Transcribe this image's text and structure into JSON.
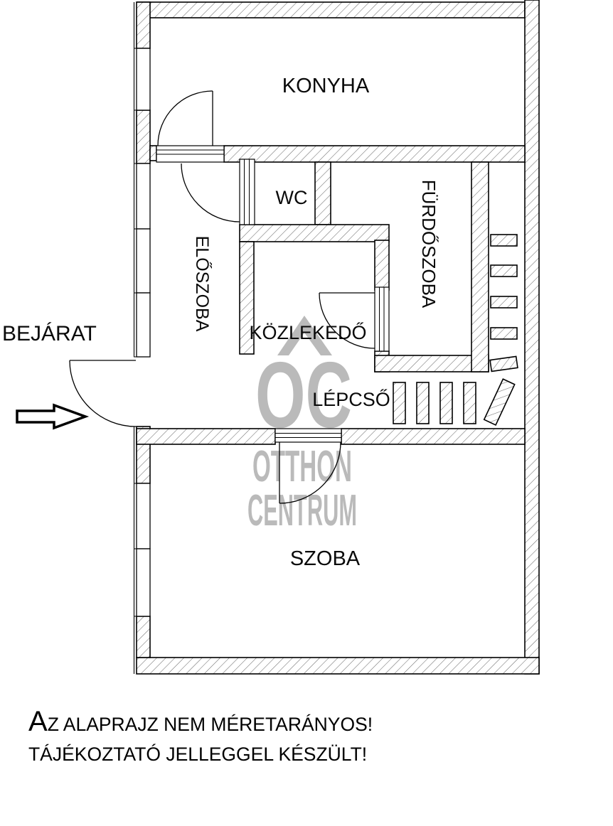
{
  "plan": {
    "room_labels": {
      "konyha": "KONYHA",
      "wc": "WC",
      "furdoszoba": "FÜRDŐSZOBA",
      "eloszoba": "ELŐSZOBA",
      "kozlekedo": "KÖZLEKEDŐ",
      "lepcso": "LÉPCSŐ",
      "szoba": "SZOBA"
    },
    "entrance_label": "BEJÁRAT"
  },
  "watermark": {
    "logo_text": "OC",
    "brand_line1": "OTTHON",
    "brand_line2": "CENTRUM",
    "color": "#bababa"
  },
  "disclaimer": {
    "line1_lead": "A",
    "line1_rest": "Z ALAPRAJZ NEM MÉRETARÁNYOS!",
    "line2": "TÁJÉKOZTATÓ JELLEGGEL KÉSZÜLT!"
  },
  "colors": {
    "line": "#000000",
    "hatch": "#6f6f6f",
    "watermark": "#bababa",
    "background": "#ffffff"
  }
}
